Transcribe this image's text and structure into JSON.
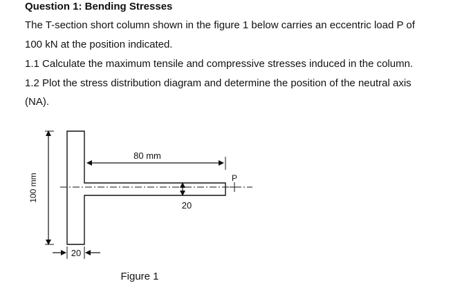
{
  "question": {
    "title": "Question 1: Bending Stresses",
    "intro_line1": "The T-section short column shown in the figure 1 below carries an eccentric load P of",
    "intro_line2": "100 kN at the position indicated.",
    "part1": "1.1 Calculate the maximum tensile and compressive stresses induced in the column.",
    "part2_line1": "1.2 Plot the stress distribution diagram and determine the position of the neutral axis",
    "part2_line2": "(NA)."
  },
  "figure": {
    "dim_flange_length": "80 mm",
    "dim_height": "100 mm",
    "dim_web_thickness": "20",
    "dim_flange_thickness": "20",
    "load_label": "P",
    "caption": "Figure 1"
  }
}
